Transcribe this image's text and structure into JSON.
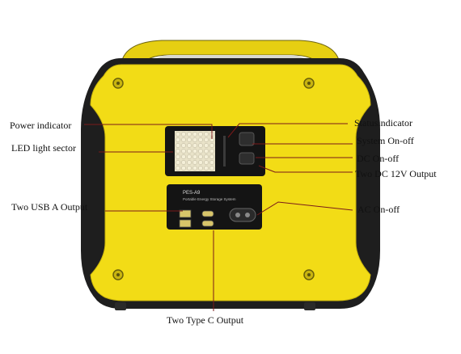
{
  "device": {
    "model_name": "PES-A9",
    "model_subtitle": "Portable Energy Storage System",
    "body_color": "#f2dc16",
    "frame_color": "#1e1e1e",
    "leader_color": "#7a1a1a"
  },
  "labels": {
    "power_indicator": "Power indicator",
    "led_light_sector": "LED light sector",
    "two_usb_a_output": "Two USB A Output",
    "two_type_c_output": "Two Type C Output",
    "status_indicator": "Statusindicator",
    "system_on_off": "System On-off",
    "dc_on_off": "DC On-off",
    "two_dc_12v_output": "Two DC 12V Output",
    "ac_on_off": "AC On-off"
  }
}
